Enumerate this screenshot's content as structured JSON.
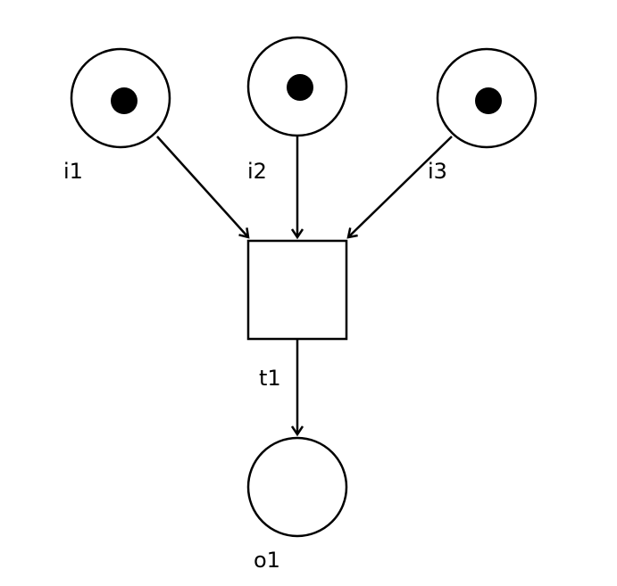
{
  "diagram": {
    "type": "petri-net",
    "colors": {
      "stroke": "#000000",
      "token": "#000000",
      "background": "#ffffff"
    },
    "places": [
      {
        "id": "i1",
        "label": "i1",
        "tokens": 1
      },
      {
        "id": "i2",
        "label": "i2",
        "tokens": 1
      },
      {
        "id": "i3",
        "label": "i3",
        "tokens": 1
      },
      {
        "id": "o1",
        "label": "o1",
        "tokens": 0
      }
    ],
    "transitions": [
      {
        "id": "t1",
        "label": "t1"
      }
    ],
    "arcs": [
      {
        "from": "i1",
        "to": "t1"
      },
      {
        "from": "i2",
        "to": "t1"
      },
      {
        "from": "i3",
        "to": "t1"
      },
      {
        "from": "t1",
        "to": "o1"
      }
    ]
  }
}
